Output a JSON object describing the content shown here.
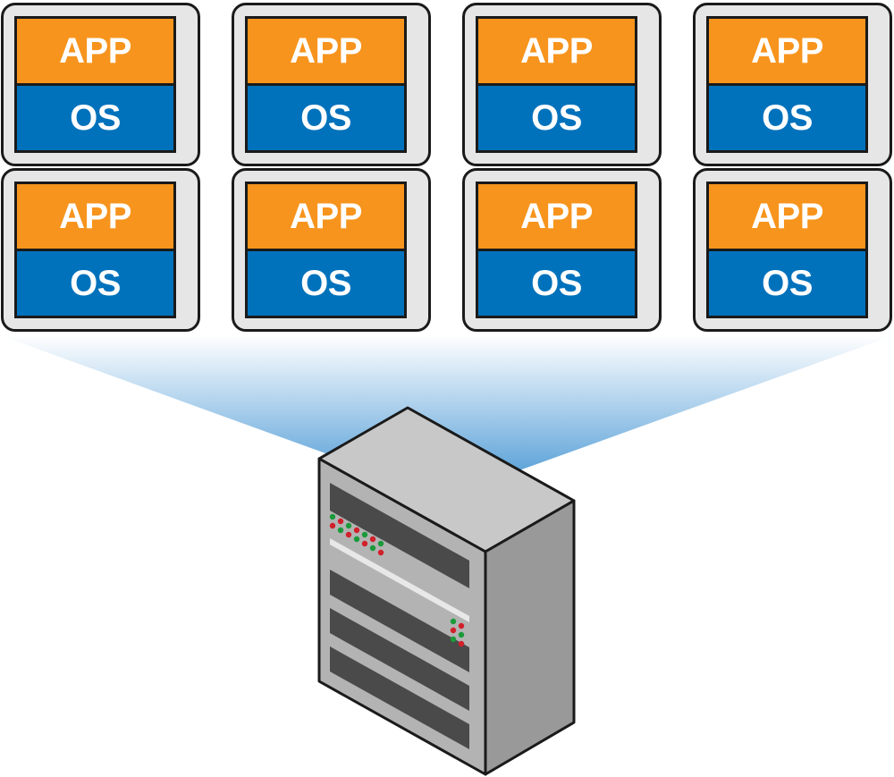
{
  "colors": {
    "app_layer": "#f7941d",
    "os_layer": "#0072bc",
    "vm_frame": "#e6e6e6",
    "outline": "#1a1a1a",
    "beam": "#5da3d9",
    "led_green": "#1a9a3a",
    "led_red": "#d21f2b",
    "server_front": "#b3b3b3",
    "server_side": "#999999",
    "server_top": "#c8c8c8"
  },
  "virtual_machines": [
    {
      "app_label": "APP",
      "os_label": "OS"
    },
    {
      "app_label": "APP",
      "os_label": "OS"
    },
    {
      "app_label": "APP",
      "os_label": "OS"
    },
    {
      "app_label": "APP",
      "os_label": "OS"
    },
    {
      "app_label": "APP",
      "os_label": "OS"
    },
    {
      "app_label": "APP",
      "os_label": "OS"
    },
    {
      "app_label": "APP",
      "os_label": "OS"
    },
    {
      "app_label": "APP",
      "os_label": "OS"
    }
  ],
  "server": {
    "icon": "server-rack-icon"
  }
}
